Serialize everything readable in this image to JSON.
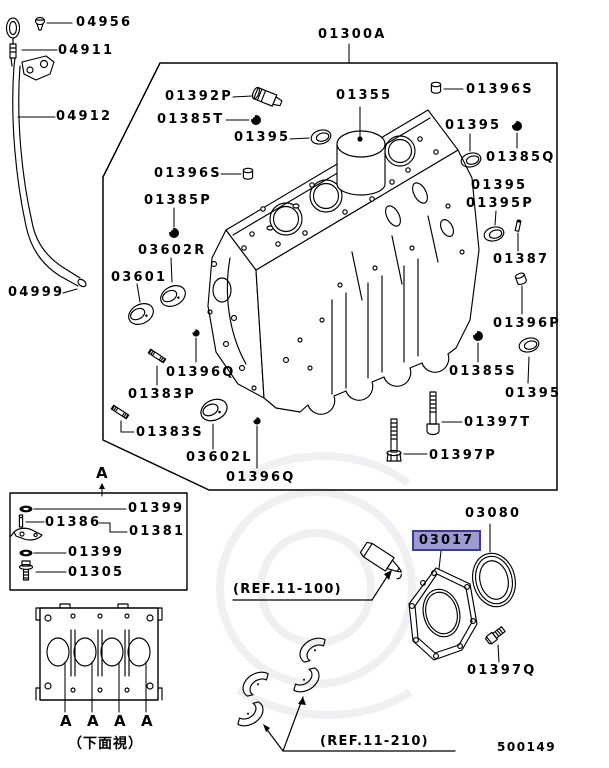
{
  "diagram": {
    "code": "500149",
    "bottom_view_caption": "（下面視）",
    "highlight_fill": "#9c9ad2",
    "highlight_border": "#3c3c98",
    "line_color": "#000000",
    "background": "#ffffff"
  },
  "markers": {
    "section": "A",
    "bottom_view": [
      "A",
      "A",
      "A",
      "A"
    ]
  },
  "refs": [
    {
      "label": "(REF.11-100)"
    },
    {
      "label": "(REF.11-210)"
    }
  ],
  "callouts": [
    {
      "label": "04956"
    },
    {
      "label": "04911"
    },
    {
      "label": "04912"
    },
    {
      "label": "04999"
    },
    {
      "label": "01300A"
    },
    {
      "label": "01392P"
    },
    {
      "label": "01385T"
    },
    {
      "label": "01395"
    },
    {
      "label": "01355"
    },
    {
      "label": "01396S"
    },
    {
      "label": "01395"
    },
    {
      "label": "01385Q"
    },
    {
      "label": "01395"
    },
    {
      "label": "01395P"
    },
    {
      "label": "01387"
    },
    {
      "label": "01396P"
    },
    {
      "label": "01385S"
    },
    {
      "label": "01395"
    },
    {
      "label": "01396S"
    },
    {
      "label": "01385P"
    },
    {
      "label": "03602R"
    },
    {
      "label": "03601"
    },
    {
      "label": "01396Q"
    },
    {
      "label": "01383P"
    },
    {
      "label": "01383S"
    },
    {
      "label": "03602L"
    },
    {
      "label": "01396Q"
    },
    {
      "label": "01397T"
    },
    {
      "label": "01397P"
    },
    {
      "label": "01399"
    },
    {
      "label": "01386"
    },
    {
      "label": "01381"
    },
    {
      "label": "01399"
    },
    {
      "label": "01305"
    },
    {
      "label": "03017",
      "selected": true
    },
    {
      "label": "03080"
    },
    {
      "label": "01397Q"
    }
  ],
  "icons": [
    "screw-icon",
    "dipstick-icon",
    "gauge-tube-icon",
    "taper-plug-icon",
    "ball-plug-icon",
    "cup-plug-icon",
    "bearing-bushing-icon",
    "stud-icon",
    "bolt-icon",
    "o-ring-icon",
    "sealant-tube-icon",
    "seal-retainer-plate-icon",
    "oil-seal-icon",
    "bearing-shell-icon",
    "engine-block-icon",
    "engine-block-bottom-view-icon"
  ]
}
